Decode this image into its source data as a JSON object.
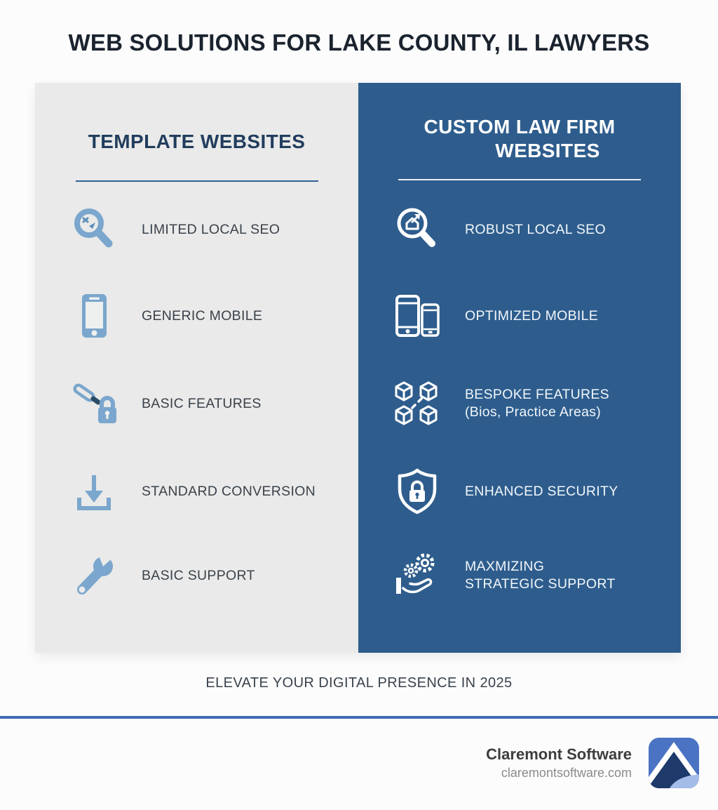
{
  "title": "WEB SOLUTIONS FOR LAKE COUNTY, IL LAWYERS",
  "comparison": {
    "left_panel": {
      "header": "TEMPLATE WEBSITES",
      "items": [
        {
          "icon": "limited-seo-magnifier-icon",
          "label": "LIMITED LOCAL SEO"
        },
        {
          "icon": "generic-mobile-phone-icon",
          "label": "GENERIC MOBILE"
        },
        {
          "icon": "chain-lock-icon",
          "label": "BASIC FEATURES"
        },
        {
          "icon": "download-tray-icon",
          "label": "STANDARD CONVERSION"
        },
        {
          "icon": "wrench-icon",
          "label": "BASIC SUPPORT"
        }
      ]
    },
    "right_panel": {
      "header_line1": "CUSTOM LAW FIRM",
      "header_line2": "WEBSITES",
      "items": [
        {
          "icon": "growth-magnifier-icon",
          "label": "ROBUST LOCAL SEO",
          "sublabel": ""
        },
        {
          "icon": "dual-phones-icon",
          "label": "OPTIMIZED MOBILE",
          "sublabel": ""
        },
        {
          "icon": "linked-cubes-icon",
          "label": "BESPOKE FEATURES",
          "sublabel": "(Bios, Practice Areas)"
        },
        {
          "icon": "shield-lock-icon",
          "label": "ENHANCED SECURITY",
          "sublabel": ""
        },
        {
          "icon": "hand-gears-icon",
          "label": "MAXMIZING",
          "sublabel": "STRATEGIC SUPPORT"
        }
      ]
    }
  },
  "tagline": "ELEVATE YOUR DIGITAL PRESENCE IN 2025",
  "footer": {
    "brand": "Claremont Software",
    "website": "claremontsoftware.com"
  },
  "colors": {
    "panel_blue": "#2e5d8d",
    "panel_gray": "#e9eae9",
    "icon_steel_blue": "#7ba6cd",
    "heading_navy": "#223d5e",
    "title_dark": "#1a232e",
    "divider_blue": "#3f6cb4",
    "logo_blue": "#4a73c4",
    "logo_navy": "#1d3a6b",
    "logo_light_blue": "#a3bce8"
  }
}
